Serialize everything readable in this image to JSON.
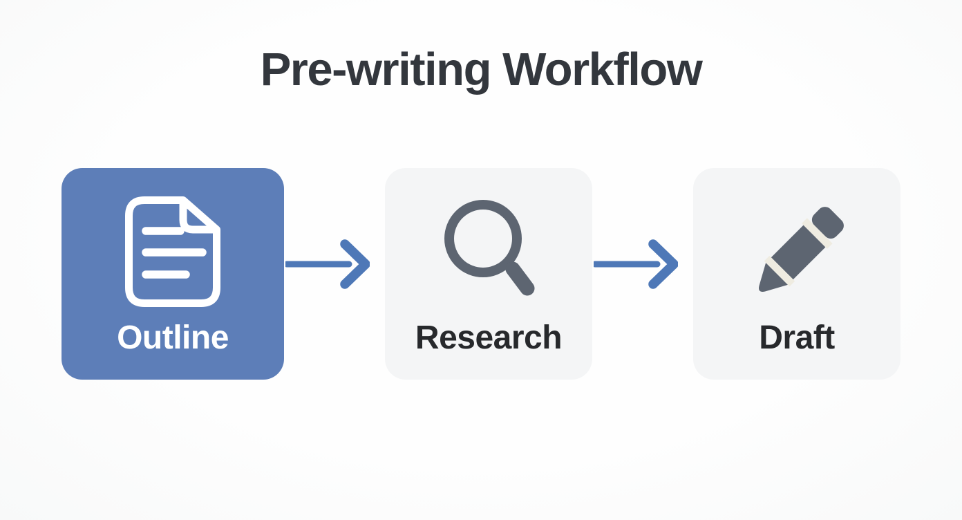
{
  "title": "Pre-writing Workflow",
  "flow": {
    "steps": [
      {
        "label": "Outline",
        "icon": "document-icon",
        "state": "highlighted",
        "bg": "#5d7eb8",
        "label_color": "#ffffff"
      },
      {
        "label": "Research",
        "icon": "search-icon",
        "state": "default",
        "bg": "#f4f5f6",
        "label_color": "#27292c"
      },
      {
        "label": "Draft",
        "icon": "pencil-icon",
        "state": "default",
        "bg": "#f4f5f6",
        "label_color": "#27292c"
      }
    ],
    "connectors": [
      {
        "from": "Outline",
        "to": "Research",
        "type": "arrow-right",
        "color": "#4e78b7"
      },
      {
        "from": "Research",
        "to": "Draft",
        "type": "arrow-right",
        "color": "#4e78b7"
      }
    ]
  },
  "colors": {
    "background": "#fdfdfd",
    "title_text": "#33373d",
    "active_step_blue": "#5d7eb8",
    "plain_step_gray": "#f4f5f6",
    "arrow_blue": "#4e78b7",
    "icon_slate": "#5d6571",
    "document_icon_white": "#ffffff",
    "pencil_band_cream": "#efece1"
  }
}
